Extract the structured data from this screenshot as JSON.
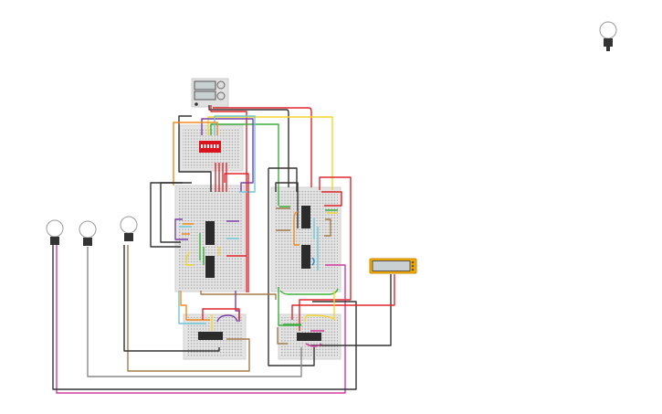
{
  "canvas": {
    "background": "#ffffff"
  },
  "components": {
    "power_supply": {
      "icon": "power-supply-icon"
    },
    "dip_switch": {
      "icon": "dip-switch-icon",
      "color": "#d9121b"
    },
    "lcd": {
      "icon": "lcd-display-icon",
      "color": "#f2a900"
    },
    "bulbs": [
      {
        "icon": "light-bulb-icon",
        "state": "off"
      },
      {
        "icon": "light-bulb-icon",
        "state": "off"
      },
      {
        "icon": "light-bulb-icon",
        "state": "off"
      },
      {
        "icon": "light-bulb-icon",
        "state": "off"
      }
    ],
    "breadboards": [
      {
        "name": "top-small"
      },
      {
        "name": "left-large"
      },
      {
        "name": "right-large"
      },
      {
        "name": "bottom-left-small"
      },
      {
        "name": "bottom-right-small"
      }
    ],
    "chips": [
      {
        "name": "left-chip-1"
      },
      {
        "name": "left-chip-2"
      },
      {
        "name": "right-chip-1"
      },
      {
        "name": "right-chip-2"
      },
      {
        "name": "bottom-left-chip"
      },
      {
        "name": "bottom-right-chip"
      }
    ]
  },
  "wire_colors": {
    "red": "#e0262b",
    "black": "#333333",
    "yellow": "#f5d52a",
    "green": "#3dae3d",
    "purple": "#7a3fa6",
    "cyan": "#6ec7d6",
    "orange": "#f08a1c",
    "brown": "#a87a4a",
    "pink": "#d6389b",
    "gray": "#888888"
  }
}
